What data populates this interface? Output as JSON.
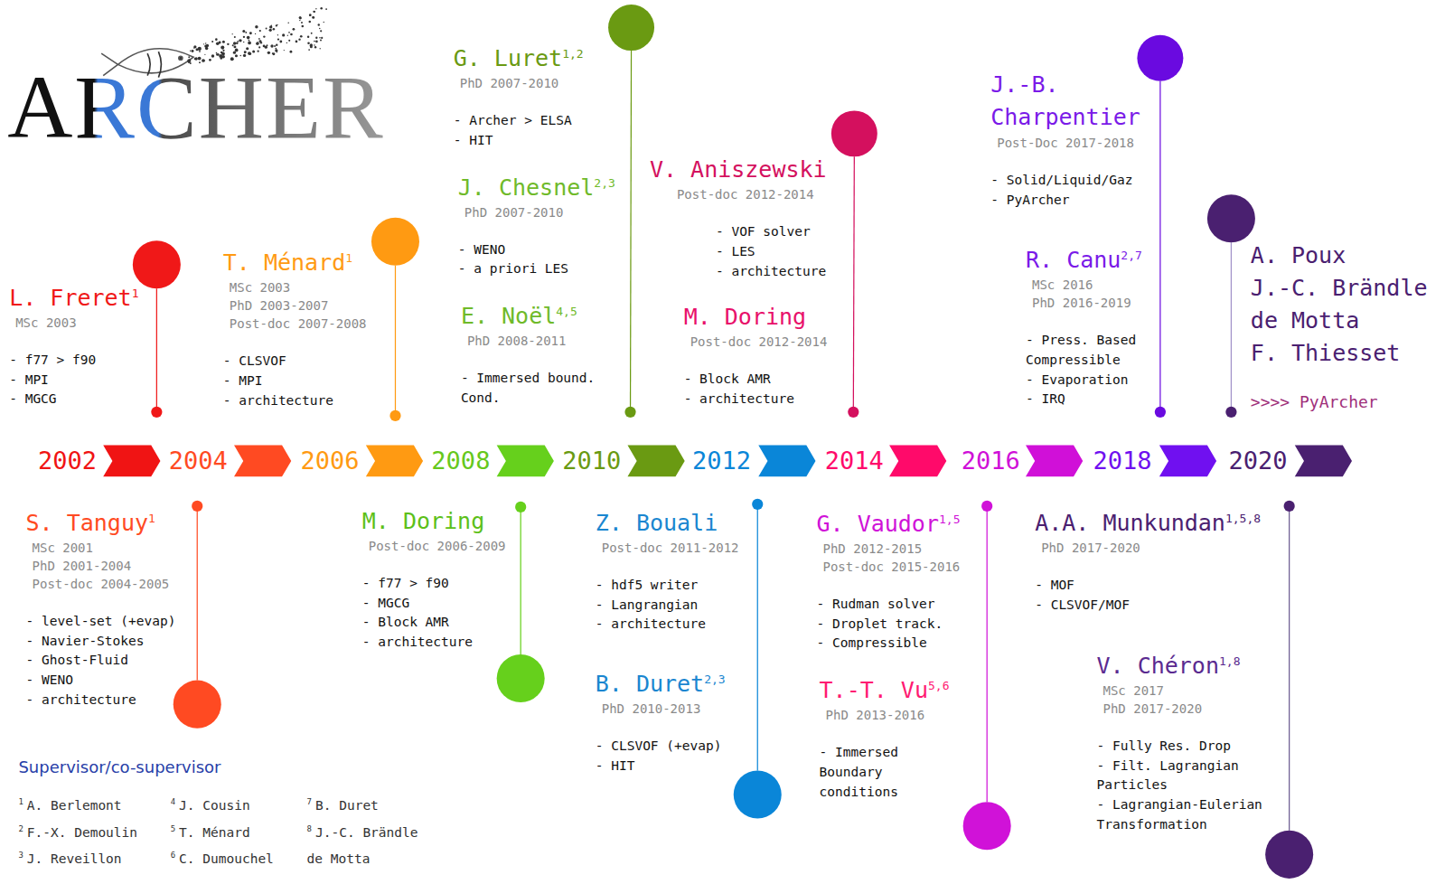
{
  "diagram": {
    "title": "ARCHER",
    "labels": [
      "2002",
      "2004",
      "2006",
      "2008",
      "2010",
      "2012",
      "2014",
      "2016",
      "2018",
      "2020",
      "L. Freret",
      "1",
      "MSc 2003",
      "- f77 > f90",
      "- MPI",
      "- MGCG",
      "S. Tanguy",
      "1",
      "MSc 2001",
      "PhD 2001-2004",
      "Post-doc 2004-2005",
      "- level-set (+evap)",
      "- Navier-Stokes",
      "- Ghost-Fluid",
      "- WENO",
      "- architecture",
      "T. Ménard",
      "1",
      "MSc 2003",
      "PhD 2003-2007",
      "Post-doc 2007-2008",
      "- CLSVOF",
      "- MPI",
      "- architecture",
      "M. Doring",
      "Post-doc 2006-2009",
      "- f77 > f90",
      "- MGCG",
      "- Block AMR",
      "- architecture",
      "G. Luret",
      "1,2",
      "PhD 2007-2010",
      "- Archer > ELSA",
      "- HIT",
      "J. Chesnel",
      "2,3",
      "PhD 2007-2010",
      "- WENO",
      "- a priori LES",
      "E. Noël",
      "4,5",
      "PhD 2008-2011",
      "- Immersed bound. Cond.",
      "Z. Bouali",
      "Post-doc 2011-2012",
      "- hdf5 writer",
      "- Langrangian",
      "- architecture",
      "B. Duret",
      "2,3",
      "PhD 2010-2013",
      "- CLSVOF (+evap)",
      "- HIT",
      "V. Aniszewski",
      "Post-doc 2012-2014",
      "- VOF solver",
      "- LES",
      "- architecture",
      "M. Doring",
      "Post-doc 2012-2014",
      "- Block AMR",
      "- architecture",
      "G. Vaudor",
      "1,5",
      "PhD 2012-2015",
      "Post-doc 2015-2016",
      "- Rudman solver",
      "- Droplet track.",
      "- Compressible",
      "T.-T. Vu",
      "5,6",
      "PhD 2013-2016",
      "- Immersed Boundary conditions",
      "J.-B. Charpentier",
      "Post-Doc 2017-2018",
      "- Solid/Liquid/Gaz",
      "- PyArcher",
      "R. Canu",
      "2,7",
      "MSc 2016",
      "PhD 2016-2019",
      "- Press. Based Compressible",
      "- Evaporation",
      "- IRQ",
      "A.A. Munkundan",
      "1,5,8",
      "PhD 2017-2020",
      "- MOF",
      "- CLSVOF/MOF",
      "V. Chéron",
      "1,8",
      "MSc 2017",
      "PhD 2017-2020",
      "- Fully Res. Drop",
      "- Filt. Lagrangian Particles",
      "- Lagrangian-Eulerian Transformation",
      "A. Poux",
      "J.-C. Brändle de Motta",
      "F. Thiesset",
      ">>>> PyArcher",
      "Supervisor/co-supervisor",
      "1",
      "A. Berlemont",
      "4",
      "J. Cousin",
      "7",
      "B. Duret",
      "2",
      "F.-X. Demoulin",
      "5",
      "T. Ménard",
      "8",
      "J.-C. Brändle de Motta",
      "3",
      "J. Reveillon",
      "6",
      "C. Dumouchel"
    ]
  }
}
